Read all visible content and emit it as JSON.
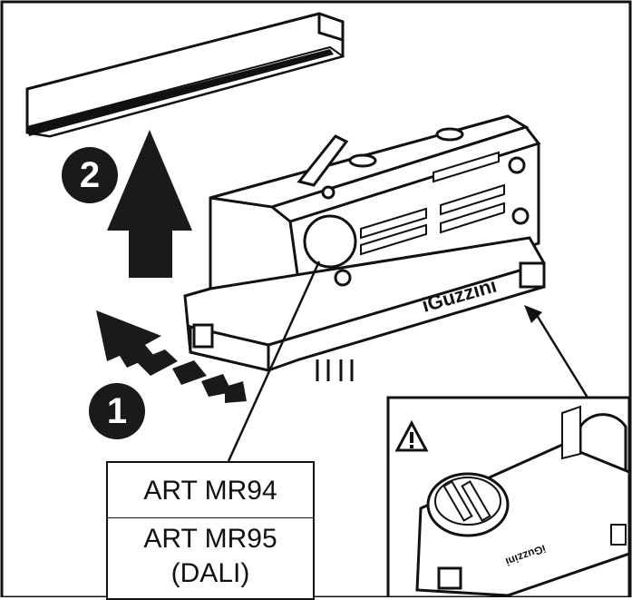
{
  "steps": {
    "step_one": "1",
    "step_two": "2"
  },
  "labels": {
    "model_a": "ART MR94",
    "model_b_line1": "ART MR95",
    "model_b_line2": "(DALI)"
  },
  "brand": {
    "logo": "iGuzzini"
  },
  "colors": {
    "ink": "#1a1a1a",
    "background": "#ffffff"
  }
}
